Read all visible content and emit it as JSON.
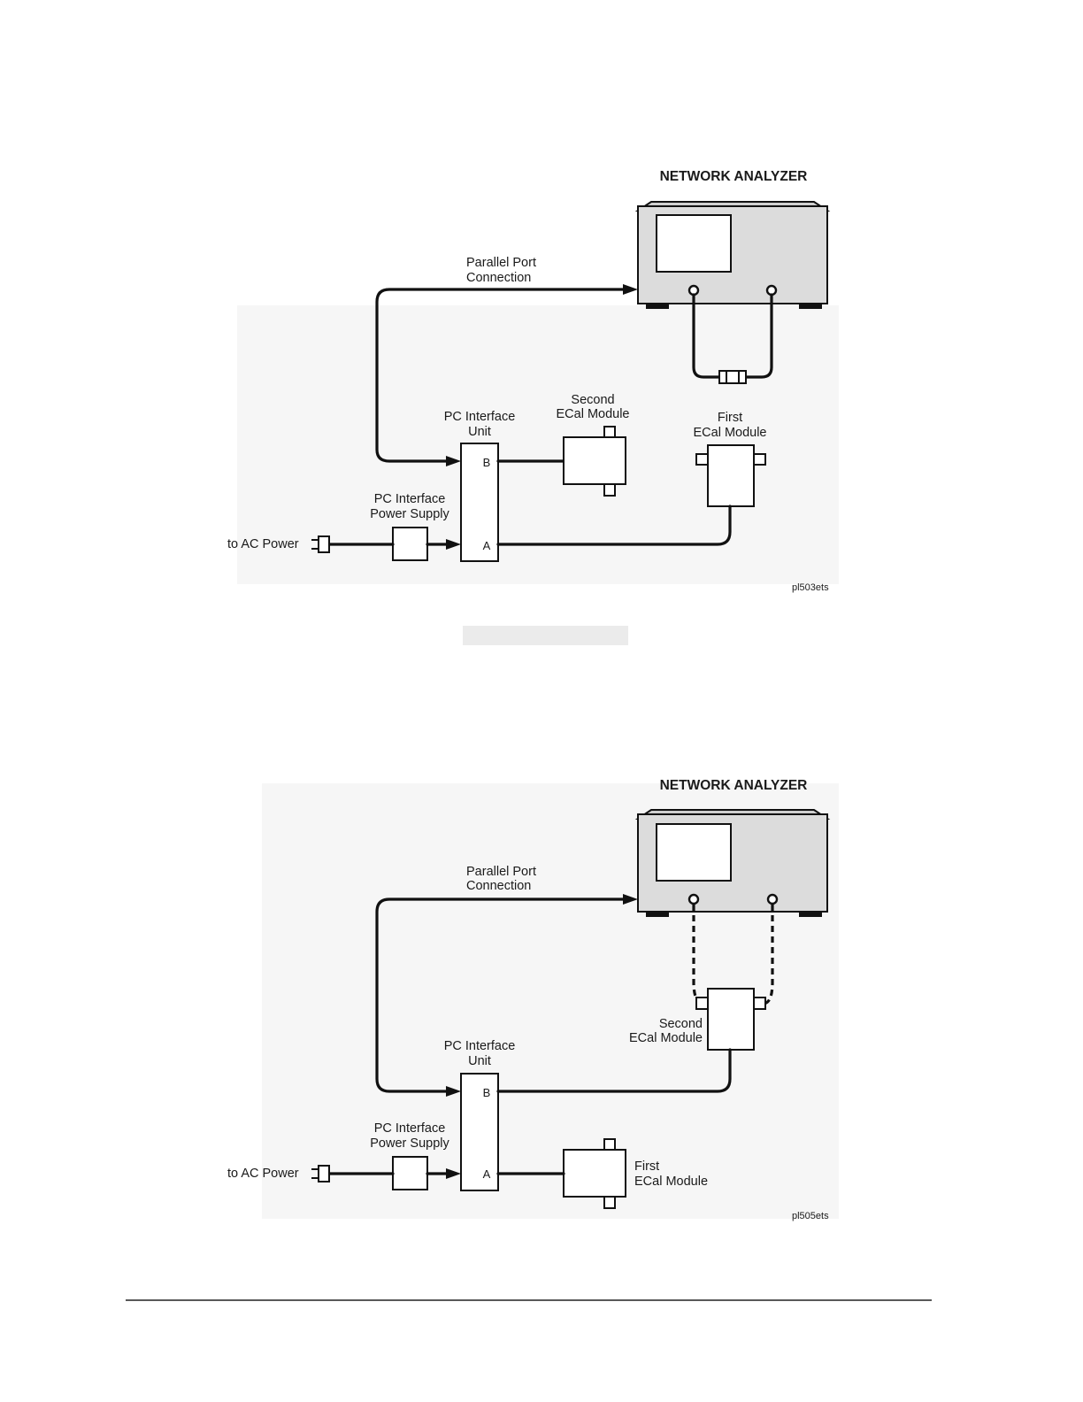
{
  "figure1": {
    "title": "NETWORK ANALYZER",
    "parallel_port": [
      "Parallel Port",
      "Connection"
    ],
    "pc_interface_unit": [
      "PC Interface",
      "Unit"
    ],
    "second_ecal": [
      "Second",
      "ECal Module"
    ],
    "first_ecal": [
      "First",
      "ECal Module"
    ],
    "power_supply": [
      "PC Interface",
      "Power Supply"
    ],
    "ac_power": "to AC Power",
    "port_b": "B",
    "port_a": "A",
    "code": "pl503ets"
  },
  "figure2": {
    "title": "NETWORK ANALYZER",
    "parallel_port": [
      "Parallel Port",
      "Connection"
    ],
    "pc_interface_unit": [
      "PC Interface",
      "Unit"
    ],
    "second_ecal": [
      "Second",
      "ECal Module"
    ],
    "first_ecal": [
      "First",
      "ECal Module"
    ],
    "power_supply": [
      "PC Interface",
      "Power Supply"
    ],
    "ac_power": "to AC Power",
    "port_b": "B",
    "port_a": "A",
    "code": "pl505ets"
  }
}
